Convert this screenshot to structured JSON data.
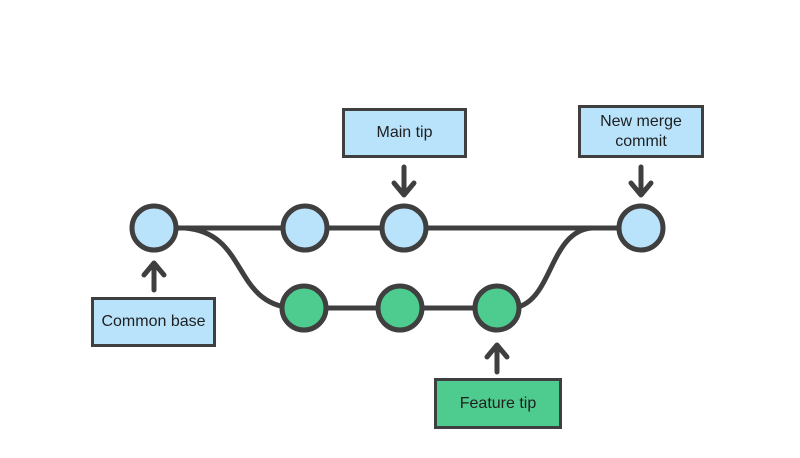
{
  "labels": {
    "main_tip": "Main tip",
    "new_merge_commit": "New merge commit",
    "common_base": "Common base",
    "feature_tip": "Feature tip"
  },
  "colors": {
    "commit_main_fill": "#b9e3fb",
    "commit_feature_fill": "#4ecb8e",
    "stroke_dark": "#3f3f3f",
    "label_text": "#1f1f1f",
    "background": "#ffffff"
  },
  "graph": {
    "main_branch": {
      "commit_count": 4,
      "node_color": "#b9e3fb"
    },
    "feature_branch": {
      "commit_count": 3,
      "node_color": "#4ecb8e"
    }
  }
}
